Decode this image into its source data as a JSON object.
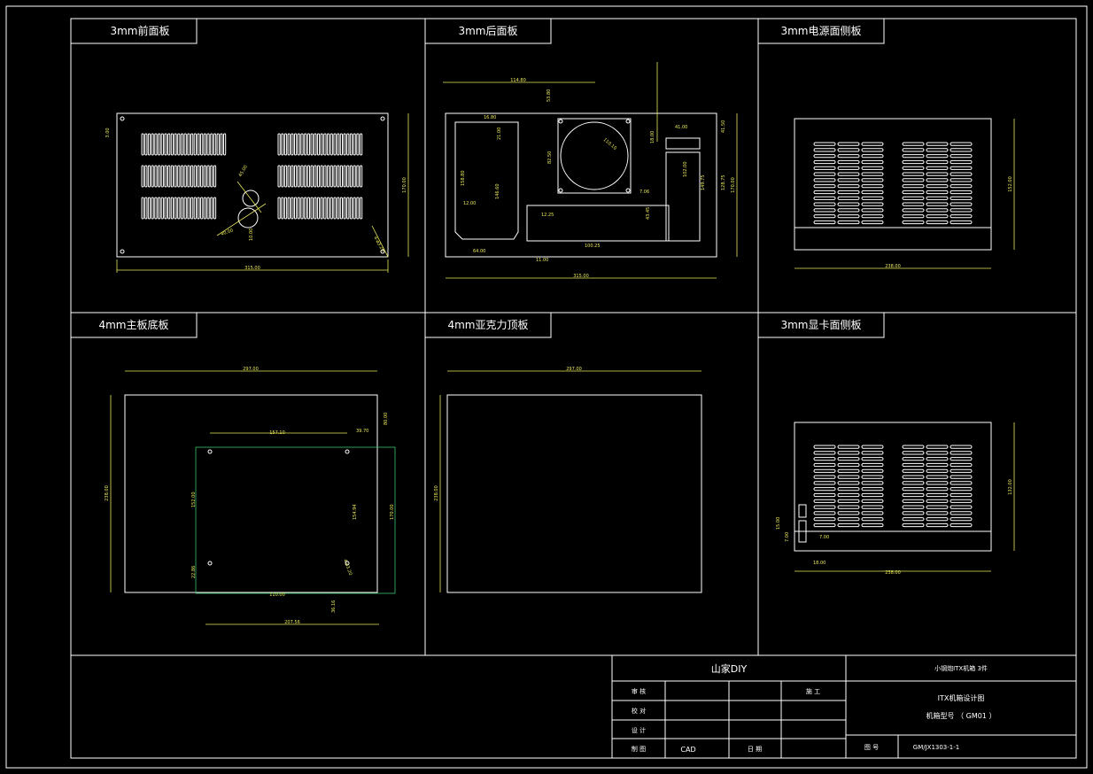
{
  "panels": {
    "front": "3mm前面板",
    "rear": "3mm后面板",
    "psu_side": "3mm电源面侧板",
    "mb_bottom": "4mm主板底板",
    "acrylic_top": "4mm亚克力顶板",
    "gpu_side": "3mm显卡面侧板"
  },
  "dimensions": {
    "front": {
      "width": "315.00",
      "height": "170.00",
      "d1": "3.00",
      "d2": "45.00",
      "d3": "40.00",
      "d4": "10.00",
      "d5": "4-ø3.20"
    },
    "rear": {
      "width": "315.00",
      "height": "170.00",
      "top": "114.80",
      "d1": "16.80",
      "d2": "53.80",
      "d3": "21.00",
      "d4": "82.50",
      "d5": "158.80",
      "d6": "146.60",
      "d7": "12.00",
      "d8": "64.00",
      "d9": "11.00",
      "d10": "12.25",
      "d11": "100.25",
      "d12": "7.06",
      "d13": "18.00",
      "d14": "102.00",
      "d15": "41.00",
      "d16": "149.75",
      "d17": "128.75",
      "d18": "41.50",
      "d19": "110.10",
      "d20": "43.45"
    },
    "psu_side": {
      "width": "238.00",
      "height": "152.00"
    },
    "mb_bottom": {
      "width": "297.00",
      "height": "238.00",
      "d1": "157.10",
      "d2": "39.70",
      "d3": "80.00",
      "d4": "152.00",
      "d5": "154.94",
      "d6": "170.00",
      "d7": "22.86",
      "d8": "110.00",
      "d9": "207.56",
      "d10": "36.16",
      "d11": "4-ø3.20"
    },
    "acrylic_top": {
      "width": "297.00",
      "height": "238.00"
    },
    "gpu_side": {
      "width": "238.00",
      "height": "132.00",
      "d1": "15.00",
      "d2": "7.00",
      "d3": "18.00",
      "d4": "7.00"
    }
  },
  "title_block": {
    "company": "山家DIY",
    "project": "小钢炮ITX机箱 3件",
    "drawing_title": "ITX机箱设计图",
    "model": "机箱型号 （ GM01 ）",
    "rows": [
      {
        "label": "审 核",
        "value": ""
      },
      {
        "label": "校 对",
        "value": ""
      },
      {
        "label": "设 计",
        "value": ""
      },
      {
        "label": "制 图",
        "value": "CAD"
      }
    ],
    "process_label": "施 工",
    "date_label": "日 期",
    "drawing_no_label": "图  号",
    "drawing_no": "GM/JX1303-1-1"
  }
}
